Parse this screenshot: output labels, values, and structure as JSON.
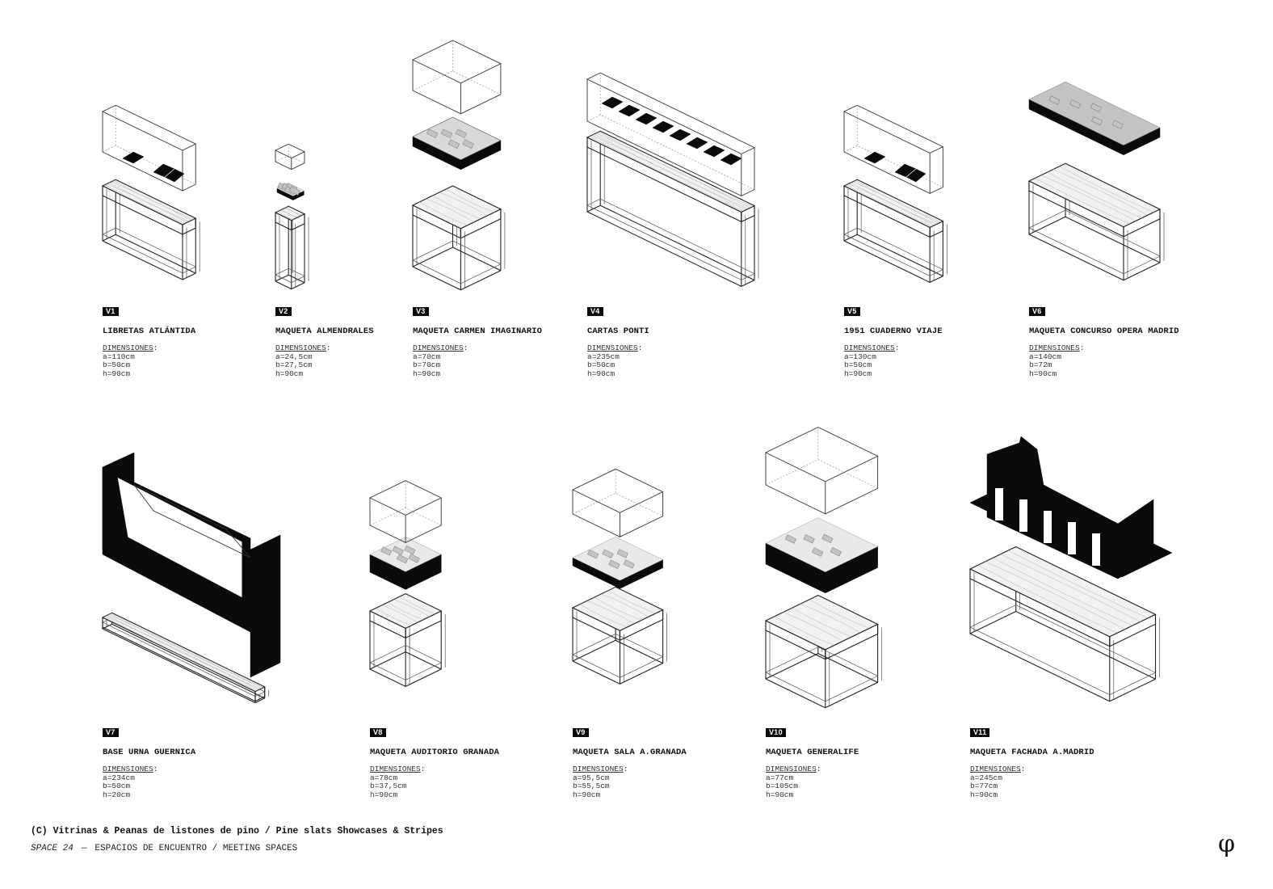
{
  "dim_heading": "DIMENSIONES",
  "dim_colon": ":",
  "items": [
    {
      "tag": "V1",
      "name": "LIBRETAS ATLÁNTIDA",
      "a": "a=110cm",
      "b": "b=50cm",
      "h": "h=90cm"
    },
    {
      "tag": "V2",
      "name": "MAQUETA ALMENDRALES",
      "a": "a=24,5cm",
      "b": "b=27,5cm",
      "h": "h=90cm"
    },
    {
      "tag": "V3",
      "name": "MAQUETA CARMEN IMAGINARIO",
      "a": "a=70cm",
      "b": "b=70cm",
      "h": "h=90cm"
    },
    {
      "tag": "V4",
      "name": "CARTAS PONTI",
      "a": "a=235cm",
      "b": "b=50cm",
      "h": "h=90cm"
    },
    {
      "tag": "V5",
      "name": "1951 CUADERNO VIAJE",
      "a": "a=130cm",
      "b": "b=50cm",
      "h": "h=90cm"
    },
    {
      "tag": "V6",
      "name": "MAQUETA CONCURSO OPERA MADRID",
      "a": "a=140cm",
      "b": "b=72m",
      "h": "h=90cm"
    },
    {
      "tag": "V7",
      "name": "BASE URNA GUERNICA",
      "a": "a=234cm",
      "b": "b=50cm",
      "h": "h=20cm"
    },
    {
      "tag": "V8",
      "name": "MAQUETA AUDITORIO GRANADA",
      "a": "a=78cm",
      "b": "b=37,5cm",
      "h": "h=90cm"
    },
    {
      "tag": "V9",
      "name": "MAQUETA SALA A.GRANADA",
      "a": "a=95,5cm",
      "b": "b=55,5cm",
      "h": "h=90cm"
    },
    {
      "tag": "V10",
      "name": "MAQUETA GENERALIFE",
      "a": "a=77cm",
      "b": "b=105cm",
      "h": "h=90cm"
    },
    {
      "tag": "V11",
      "name": "MAQUETA FACHADA A.MADRID",
      "a": "a=245cm",
      "b": "b=77cm",
      "h": "h=90cm"
    }
  ],
  "footer": {
    "title": "(C) Vitrinas & Peanas de listones de pino / Pine slats Showcases & Stripes",
    "space": "SPACE 24",
    "dash": "—",
    "subtitle": "ESPACIOS DE ENCUENTRO / MEETING SPACES",
    "logo": "φ"
  }
}
